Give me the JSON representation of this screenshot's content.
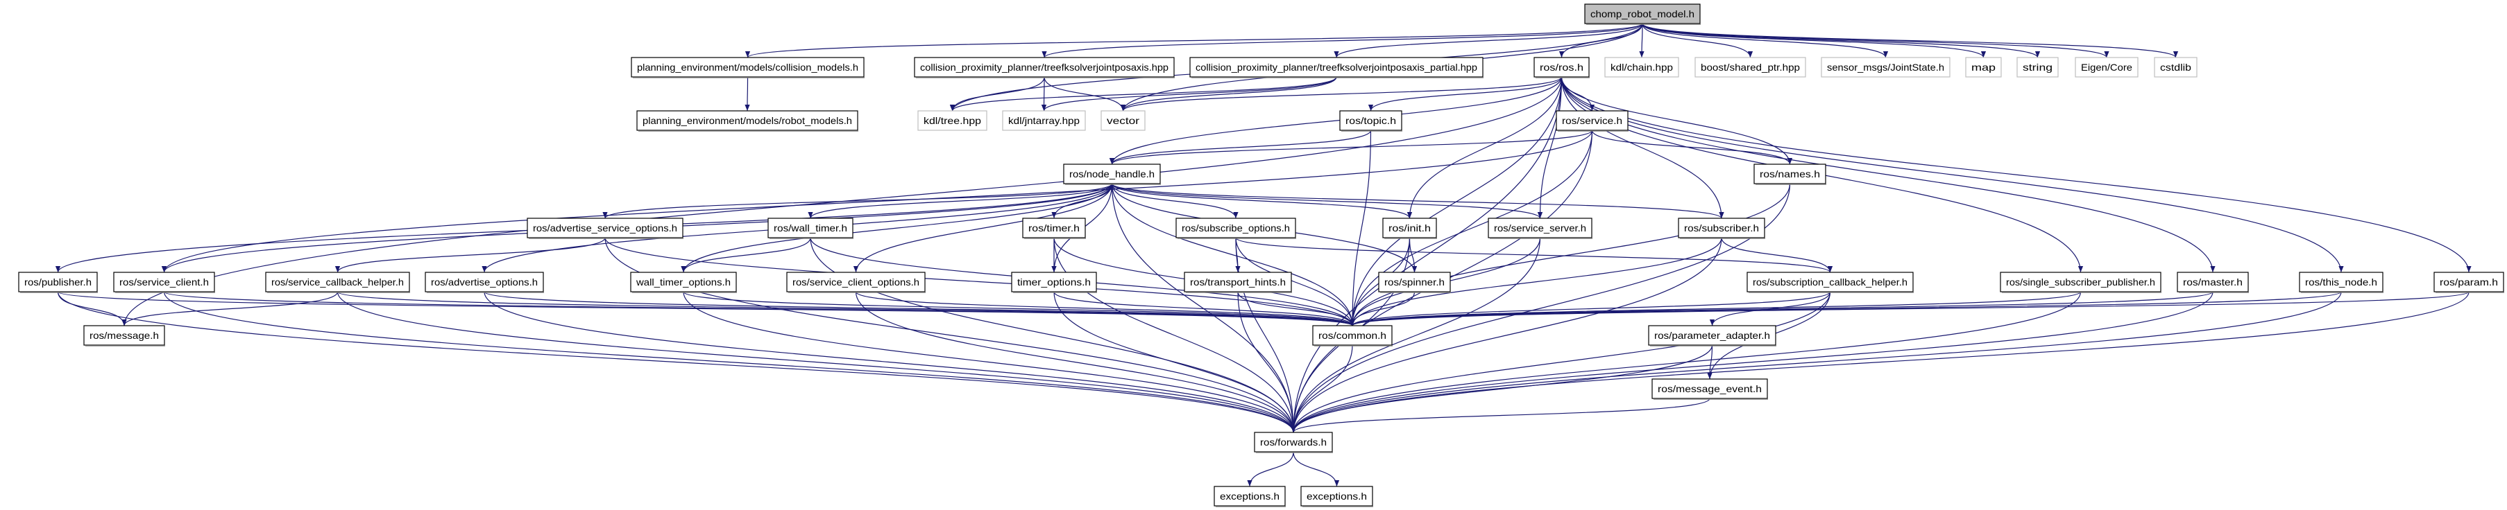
{
  "colors": {
    "edge": "#191970",
    "root_fill": "#bfbfbf",
    "external_border": "#bfbfbf",
    "node_border": "#000000"
  },
  "nodes": [
    {
      "id": "chomp",
      "label": "chomp_robot_model.h",
      "kind": "root"
    },
    {
      "id": "collision_models",
      "label": "planning_environment/models/collision_models.h",
      "kind": "internal"
    },
    {
      "id": "treefk",
      "label": "collision_proximity_planner/treefksolverjointposaxis.hpp",
      "kind": "internal"
    },
    {
      "id": "treefk_partial",
      "label": "collision_proximity_planner/treefksolverjointposaxis_partial.hpp",
      "kind": "internal"
    },
    {
      "id": "ros",
      "label": "ros/ros.h",
      "kind": "internal"
    },
    {
      "id": "kdl_chain",
      "label": "kdl/chain.hpp",
      "kind": "external"
    },
    {
      "id": "boost_shared_ptr",
      "label": "boost/shared_ptr.hpp",
      "kind": "external"
    },
    {
      "id": "jointstate",
      "label": "sensor_msgs/JointState.h",
      "kind": "external"
    },
    {
      "id": "map",
      "label": "map",
      "kind": "external"
    },
    {
      "id": "string",
      "label": "string",
      "kind": "external"
    },
    {
      "id": "eigen",
      "label": "Eigen/Core",
      "kind": "external"
    },
    {
      "id": "cstdlib",
      "label": "cstdlib",
      "kind": "external"
    },
    {
      "id": "robot_models",
      "label": "planning_environment/models/robot_models.h",
      "kind": "internal"
    },
    {
      "id": "kdl_tree",
      "label": "kdl/tree.hpp",
      "kind": "external"
    },
    {
      "id": "kdl_jntarray",
      "label": "kdl/jntarray.hpp",
      "kind": "external"
    },
    {
      "id": "vector",
      "label": "vector",
      "kind": "external"
    },
    {
      "id": "topic",
      "label": "ros/topic.h",
      "kind": "internal"
    },
    {
      "id": "service",
      "label": "ros/service.h",
      "kind": "internal"
    },
    {
      "id": "node_handle",
      "label": "ros/node_handle.h",
      "kind": "internal"
    },
    {
      "id": "names",
      "label": "ros/names.h",
      "kind": "internal"
    },
    {
      "id": "adv_srv_opts",
      "label": "ros/advertise_service_options.h",
      "kind": "internal"
    },
    {
      "id": "wall_timer",
      "label": "ros/wall_timer.h",
      "kind": "internal"
    },
    {
      "id": "timer",
      "label": "ros/timer.h",
      "kind": "internal"
    },
    {
      "id": "sub_opts",
      "label": "ros/subscribe_options.h",
      "kind": "internal"
    },
    {
      "id": "init",
      "label": "ros/init.h",
      "kind": "internal"
    },
    {
      "id": "service_server",
      "label": "ros/service_server.h",
      "kind": "internal"
    },
    {
      "id": "subscriber",
      "label": "ros/subscriber.h",
      "kind": "internal"
    },
    {
      "id": "publisher",
      "label": "ros/publisher.h",
      "kind": "internal"
    },
    {
      "id": "service_client",
      "label": "ros/service_client.h",
      "kind": "internal"
    },
    {
      "id": "srv_cb_helper",
      "label": "ros/service_callback_helper.h",
      "kind": "internal"
    },
    {
      "id": "adv_opts",
      "label": "ros/advertise_options.h",
      "kind": "internal"
    },
    {
      "id": "wall_timer_opts",
      "label": "wall_timer_options.h",
      "kind": "internal"
    },
    {
      "id": "srv_client_opts",
      "label": "ros/service_client_options.h",
      "kind": "internal"
    },
    {
      "id": "timer_opts",
      "label": "timer_options.h",
      "kind": "internal"
    },
    {
      "id": "transport_hints",
      "label": "ros/transport_hints.h",
      "kind": "internal"
    },
    {
      "id": "spinner",
      "label": "ros/spinner.h",
      "kind": "internal"
    },
    {
      "id": "sub_cb_helper",
      "label": "ros/subscription_callback_helper.h",
      "kind": "internal"
    },
    {
      "id": "single_sub_pub",
      "label": "ros/single_subscriber_publisher.h",
      "kind": "internal"
    },
    {
      "id": "master",
      "label": "ros/master.h",
      "kind": "internal"
    },
    {
      "id": "this_node",
      "label": "ros/this_node.h",
      "kind": "internal"
    },
    {
      "id": "param",
      "label": "ros/param.h",
      "kind": "internal"
    },
    {
      "id": "message",
      "label": "ros/message.h",
      "kind": "internal"
    },
    {
      "id": "common",
      "label": "ros/common.h",
      "kind": "internal"
    },
    {
      "id": "param_adapter",
      "label": "ros/parameter_adapter.h",
      "kind": "internal"
    },
    {
      "id": "message_event",
      "label": "ros/message_event.h",
      "kind": "internal"
    },
    {
      "id": "forwards",
      "label": "ros/forwards.h",
      "kind": "internal"
    },
    {
      "id": "exceptions1",
      "label": "exceptions.h",
      "kind": "internal"
    },
    {
      "id": "exceptions2",
      "label": "exceptions.h",
      "kind": "internal"
    }
  ],
  "edges": [
    [
      "chomp",
      "collision_models"
    ],
    [
      "chomp",
      "treefk"
    ],
    [
      "chomp",
      "treefk_partial"
    ],
    [
      "chomp",
      "ros"
    ],
    [
      "chomp",
      "kdl_chain"
    ],
    [
      "chomp",
      "boost_shared_ptr"
    ],
    [
      "chomp",
      "jointstate"
    ],
    [
      "chomp",
      "map"
    ],
    [
      "chomp",
      "string"
    ],
    [
      "chomp",
      "eigen"
    ],
    [
      "chomp",
      "cstdlib"
    ],
    [
      "chomp",
      "kdl_tree"
    ],
    [
      "chomp",
      "vector"
    ],
    [
      "collision_models",
      "robot_models"
    ],
    [
      "treefk",
      "kdl_tree"
    ],
    [
      "treefk",
      "kdl_jntarray"
    ],
    [
      "treefk",
      "vector"
    ],
    [
      "treefk_partial",
      "kdl_tree"
    ],
    [
      "treefk_partial",
      "kdl_jntarray"
    ],
    [
      "treefk_partial",
      "vector"
    ],
    [
      "ros",
      "topic"
    ],
    [
      "ros",
      "service"
    ],
    [
      "ros",
      "node_handle"
    ],
    [
      "ros",
      "names"
    ],
    [
      "ros",
      "init"
    ],
    [
      "ros",
      "service_server"
    ],
    [
      "ros",
      "subscriber"
    ],
    [
      "ros",
      "single_sub_pub"
    ],
    [
      "ros",
      "master"
    ],
    [
      "ros",
      "this_node"
    ],
    [
      "ros",
      "param"
    ],
    [
      "ros",
      "common"
    ],
    [
      "ros",
      "forwards"
    ],
    [
      "ros",
      "message"
    ],
    [
      "ros",
      "vector"
    ],
    [
      "topic",
      "node_handle"
    ],
    [
      "topic",
      "common"
    ],
    [
      "service",
      "node_handle"
    ],
    [
      "service",
      "names"
    ],
    [
      "service",
      "common"
    ],
    [
      "service",
      "forwards"
    ],
    [
      "service",
      "service_client"
    ],
    [
      "names",
      "common"
    ],
    [
      "names",
      "forwards"
    ],
    [
      "node_handle",
      "adv_srv_opts"
    ],
    [
      "node_handle",
      "wall_timer"
    ],
    [
      "node_handle",
      "timer"
    ],
    [
      "node_handle",
      "sub_opts"
    ],
    [
      "node_handle",
      "init"
    ],
    [
      "node_handle",
      "service_server"
    ],
    [
      "node_handle",
      "subscriber"
    ],
    [
      "node_handle",
      "publisher"
    ],
    [
      "node_handle",
      "service_client"
    ],
    [
      "node_handle",
      "adv_opts"
    ],
    [
      "node_handle",
      "srv_client_opts"
    ],
    [
      "node_handle",
      "timer_opts"
    ],
    [
      "node_handle",
      "wall_timer_opts"
    ],
    [
      "node_handle",
      "spinner"
    ],
    [
      "node_handle",
      "common"
    ],
    [
      "node_handle",
      "forwards"
    ],
    [
      "adv_srv_opts",
      "srv_cb_helper"
    ],
    [
      "adv_srv_opts",
      "common"
    ],
    [
      "adv_srv_opts",
      "forwards"
    ],
    [
      "wall_timer",
      "wall_timer_opts"
    ],
    [
      "wall_timer",
      "common"
    ],
    [
      "wall_timer",
      "forwards"
    ],
    [
      "timer",
      "timer_opts"
    ],
    [
      "timer",
      "common"
    ],
    [
      "timer",
      "forwards"
    ],
    [
      "sub_opts",
      "transport_hints"
    ],
    [
      "sub_opts",
      "common"
    ],
    [
      "sub_opts",
      "forwards"
    ],
    [
      "sub_opts",
      "sub_cb_helper"
    ],
    [
      "init",
      "spinner"
    ],
    [
      "init",
      "common"
    ],
    [
      "init",
      "forwards"
    ],
    [
      "service_server",
      "common"
    ],
    [
      "service_server",
      "forwards"
    ],
    [
      "subscriber",
      "sub_cb_helper"
    ],
    [
      "subscriber",
      "common"
    ],
    [
      "subscriber",
      "forwards"
    ],
    [
      "publisher",
      "message"
    ],
    [
      "publisher",
      "common"
    ],
    [
      "publisher",
      "forwards"
    ],
    [
      "service_client",
      "common"
    ],
    [
      "service_client",
      "forwards"
    ],
    [
      "srv_cb_helper",
      "message"
    ],
    [
      "srv_cb_helper",
      "common"
    ],
    [
      "srv_cb_helper",
      "forwards"
    ],
    [
      "adv_opts",
      "common"
    ],
    [
      "adv_opts",
      "forwards"
    ],
    [
      "wall_timer_opts",
      "common"
    ],
    [
      "wall_timer_opts",
      "forwards"
    ],
    [
      "srv_client_opts",
      "common"
    ],
    [
      "srv_client_opts",
      "forwards"
    ],
    [
      "timer_opts",
      "common"
    ],
    [
      "timer_opts",
      "forwards"
    ],
    [
      "transport_hints",
      "common"
    ],
    [
      "transport_hints",
      "forwards"
    ],
    [
      "spinner",
      "common"
    ],
    [
      "sub_cb_helper",
      "param_adapter"
    ],
    [
      "sub_cb_helper",
      "message_event"
    ],
    [
      "sub_cb_helper",
      "common"
    ],
    [
      "sub_cb_helper",
      "forwards"
    ],
    [
      "single_sub_pub",
      "common"
    ],
    [
      "single_sub_pub",
      "forwards"
    ],
    [
      "master",
      "common"
    ],
    [
      "master",
      "forwards"
    ],
    [
      "this_node",
      "common"
    ],
    [
      "this_node",
      "forwards"
    ],
    [
      "param",
      "common"
    ],
    [
      "param",
      "forwards"
    ],
    [
      "param_adapter",
      "message_event"
    ],
    [
      "param_adapter",
      "forwards"
    ],
    [
      "message_event",
      "forwards"
    ],
    [
      "common",
      "forwards"
    ],
    [
      "forwards",
      "exceptions1"
    ],
    [
      "forwards",
      "exceptions2"
    ]
  ]
}
